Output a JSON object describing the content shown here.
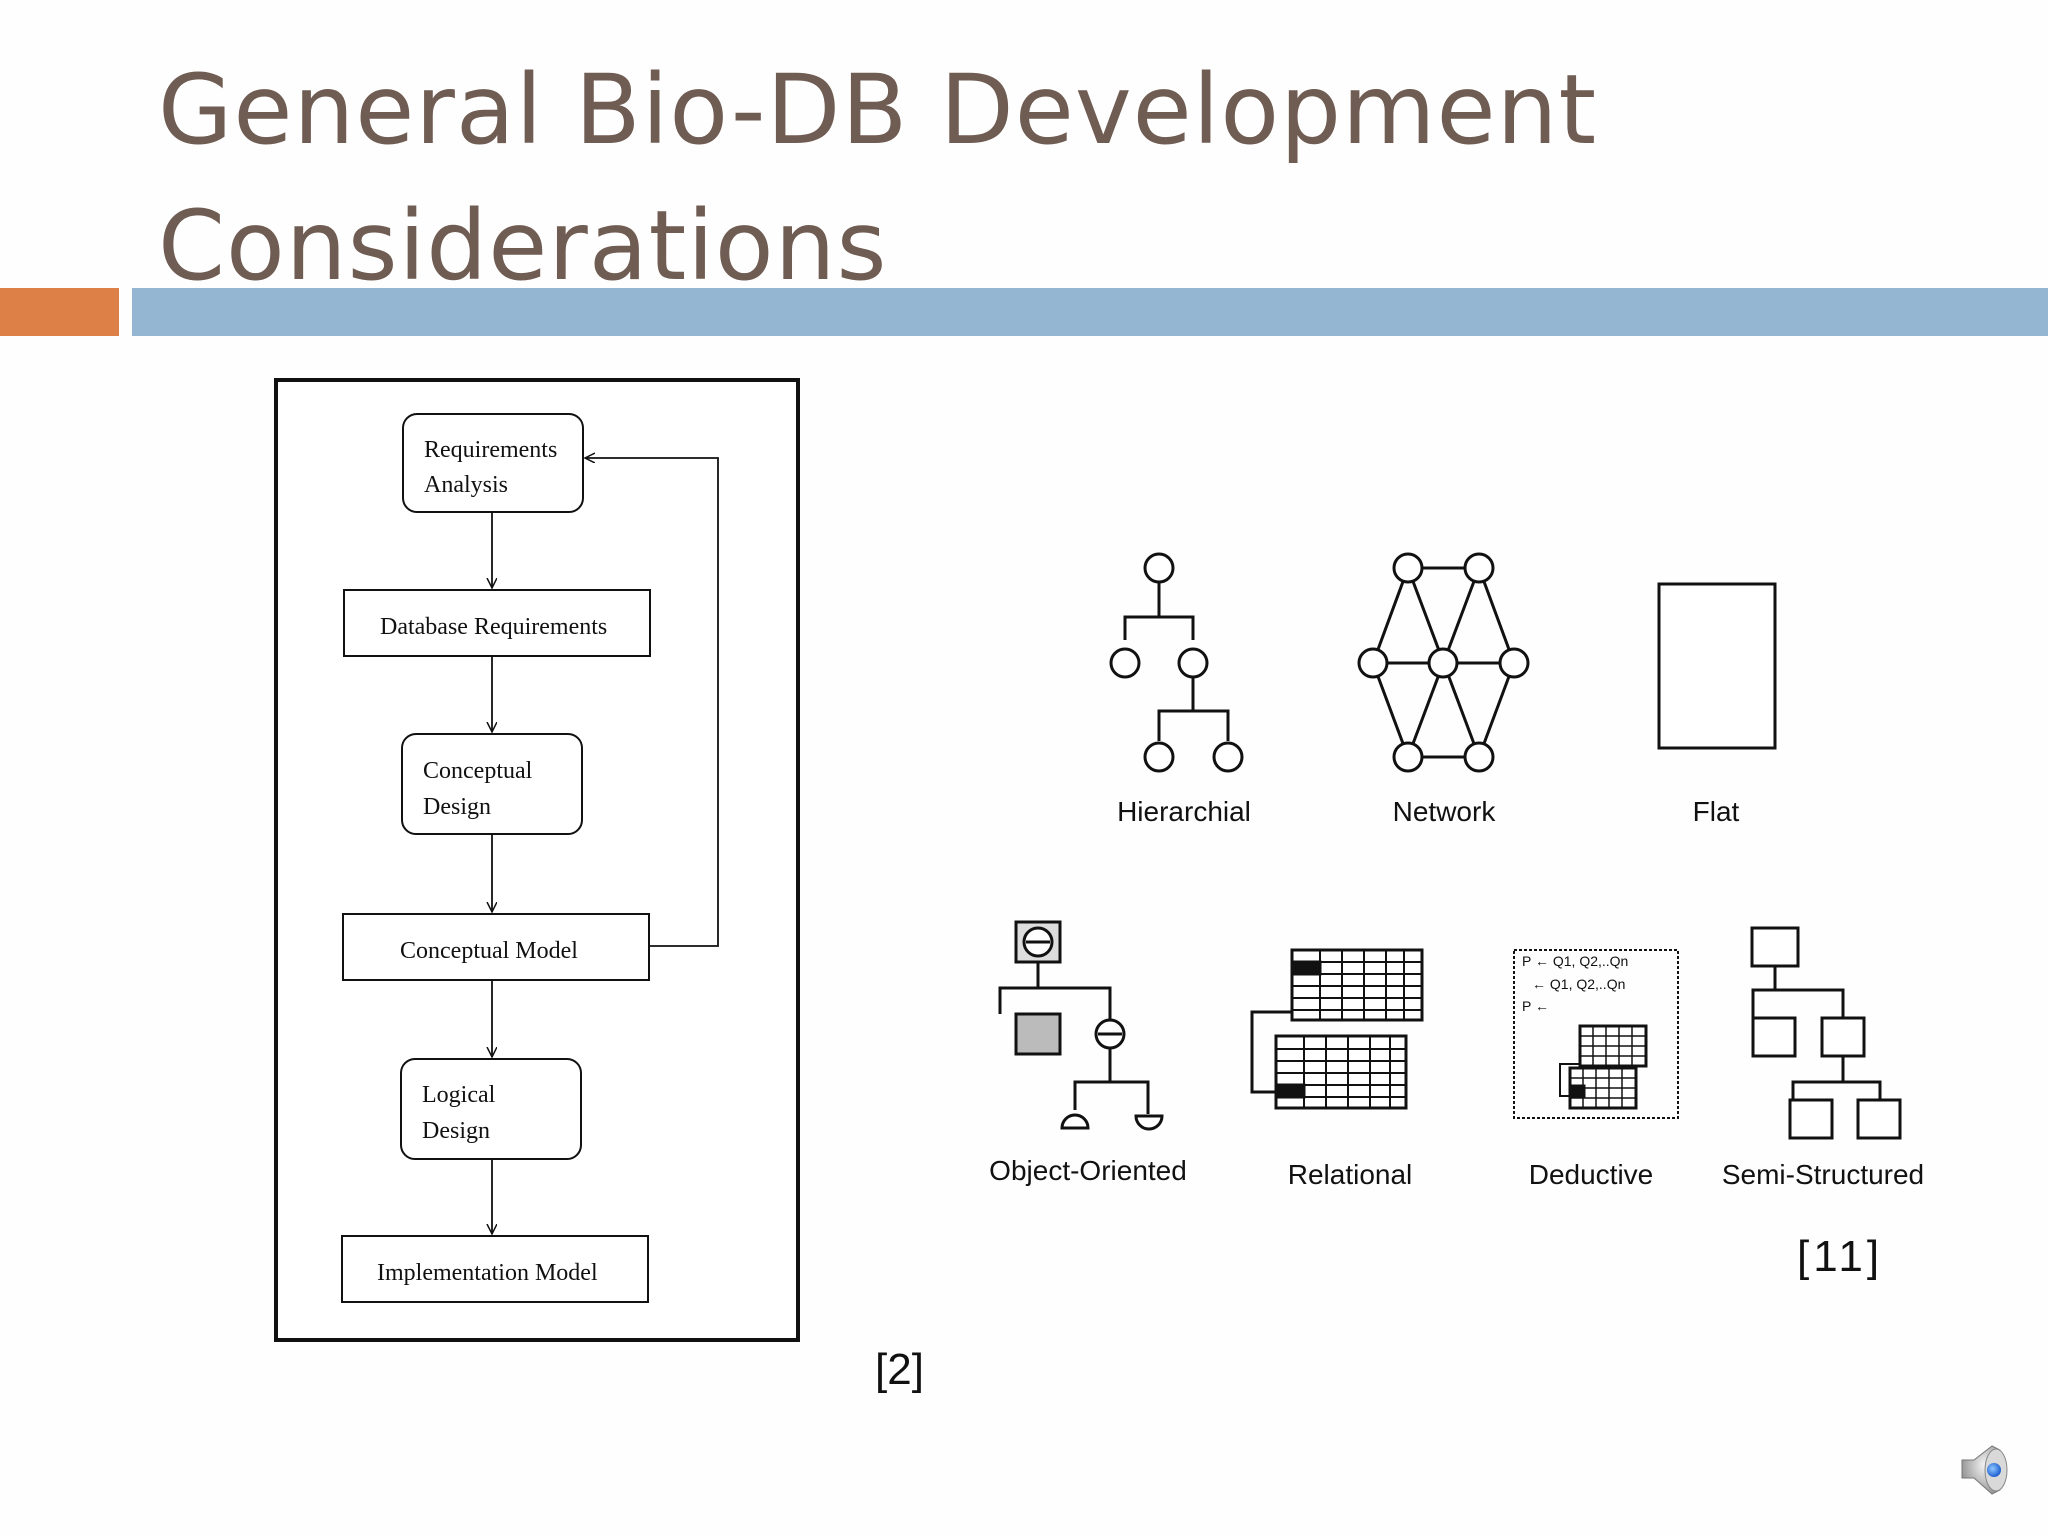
{
  "title": {
    "line1": "General Bio-DB Development",
    "line2": "Considerations"
  },
  "flowchart": {
    "steps": [
      {
        "lines": [
          "Requirements",
          "Analysis"
        ]
      },
      {
        "lines": [
          "Database Requirements"
        ]
      },
      {
        "lines": [
          "Conceptual",
          "Design"
        ]
      },
      {
        "lines": [
          "Conceptual Model"
        ]
      },
      {
        "lines": [
          "Logical",
          "Design"
        ]
      },
      {
        "lines": [
          "Implementation Model"
        ]
      }
    ]
  },
  "models": {
    "hierarchical": "Hierarchial",
    "network": "Network",
    "flat": "Flat",
    "object_oriented": "Object-Oriented",
    "relational": "Relational",
    "deductive": "Deductive",
    "semi_structured": "Semi-Structured",
    "deductive_rules": [
      "P ← Q1, Q2,..Qn",
      "← Q1, Q2,..Qn",
      "P ←"
    ]
  },
  "citations": {
    "left": "[2]",
    "right": "[11]"
  },
  "icons": {
    "speaker": "speaker-icon"
  },
  "colors": {
    "title": "#6f5c52",
    "accent_orange": "#dd8047",
    "accent_blue": "#94b6d2"
  }
}
